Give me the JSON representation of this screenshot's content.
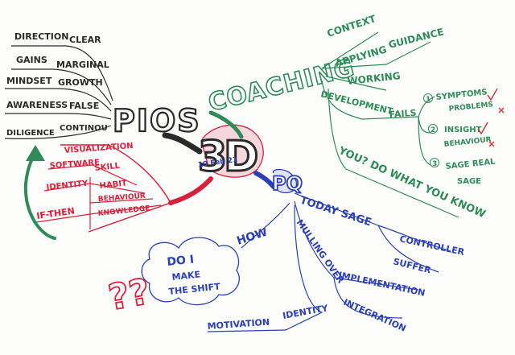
{
  "colors": {
    "black": "#2a2a2a",
    "green": "#2e8b57",
    "blue": "#2a3fb8",
    "red": "#d91f3a",
    "red_check": "#d32f2f"
  },
  "center": {
    "number": "3D",
    "date": "19 Feb 21"
  },
  "left_black": {
    "title": "PIOS",
    "rows": [
      {
        "left": "DIRECTION",
        "right": "CLEAR"
      },
      {
        "left": "GAINS",
        "right": "MARGINAL"
      },
      {
        "left": "MINDSET",
        "right": "GROWTH"
      },
      {
        "left": "AWARENESS",
        "right": "FALSE"
      },
      {
        "left": "DILIGENCE",
        "right": "CONTINOU"
      }
    ]
  },
  "red_branch": {
    "rows": [
      {
        "left": "VISUALIZATION",
        "right": ""
      },
      {
        "left": "SOFTWARE",
        "right": "SKILL"
      },
      {
        "left": "IDENTITY",
        "right": "HABIT"
      },
      {
        "left": "",
        "right": "BEHAVIOUR"
      },
      {
        "left": "IF-THEN",
        "right": "KNOWLEDGE"
      }
    ]
  },
  "green_branch": {
    "title": "COACHING",
    "items": [
      {
        "text": "CONTEXT"
      },
      {
        "text": "APPLYING"
      },
      {
        "text": "GUIDANCE"
      },
      {
        "text": "WORKING"
      },
      {
        "text": "DEVELOPMENT"
      },
      {
        "text": "FAILS"
      },
      {
        "text": "YOU? DO WHAT YOU KNOW"
      }
    ],
    "steps": [
      {
        "num": "1",
        "a": "SYMPTOMS",
        "b": "PROBLEMS"
      },
      {
        "num": "2",
        "a": "INSIGHT",
        "b": "BEHAVIOUR"
      },
      {
        "num": "3",
        "a": "SAGE REAL",
        "b": "SAGE"
      }
    ]
  },
  "blue_branch": {
    "title": "PQ",
    "items": [
      {
        "text": "TODAY SAGE"
      },
      {
        "text": "CONTROLLER"
      },
      {
        "text": "SUFFER"
      },
      {
        "text": "MULLING OVER"
      },
      {
        "text": "IMPLEMENTATION"
      },
      {
        "text": "INTEGRATION"
      },
      {
        "text": "HOW"
      },
      {
        "text": "MOTIVATION"
      },
      {
        "text": "IDENTITY"
      }
    ],
    "cloud": [
      "DO I",
      "MAKE",
      "THE SHIFT"
    ]
  },
  "question_marks": "??"
}
